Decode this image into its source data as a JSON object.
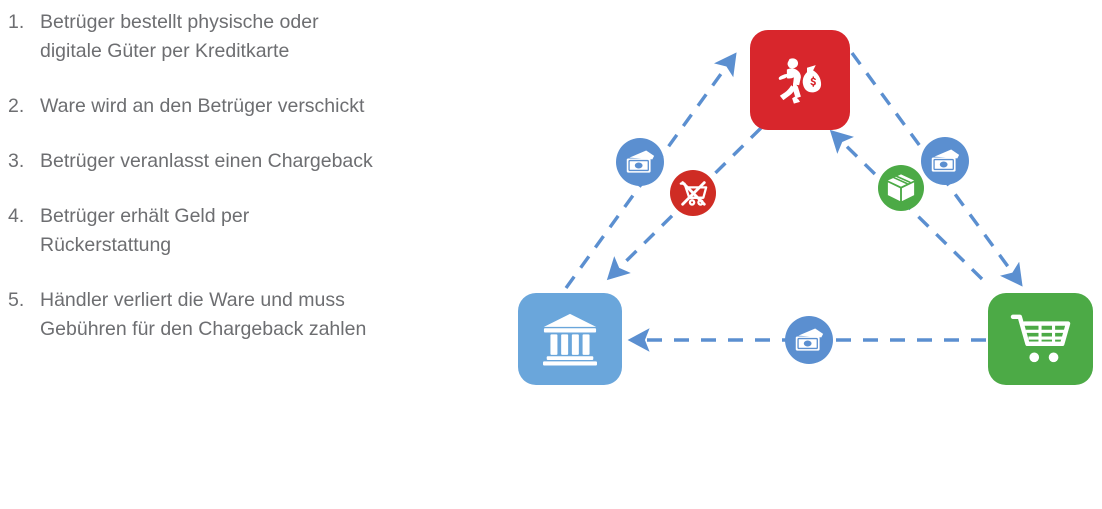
{
  "steps": [
    {
      "num": "1.",
      "text": "Betrüger bestellt physische oder digitale Güter per Kreditkarte"
    },
    {
      "num": "2.",
      "text": "Ware wird an den Betrüger verschickt"
    },
    {
      "num": "3.",
      "text": "Betrüger veranlasst einen Chargeback"
    },
    {
      "num": "4.",
      "text": "Betrüger erhält Geld per Rückerstattung"
    },
    {
      "num": "5.",
      "text": "Händler verliert die Ware und muss Gebühren für den Chargeback zahlen"
    }
  ],
  "diagram": {
    "nodes": [
      {
        "id": "fraudster",
        "icon": "thief-with-money-bag-icon",
        "color": "#d8262c"
      },
      {
        "id": "bank",
        "icon": "bank-building-icon",
        "color": "#6aa6db"
      },
      {
        "id": "merchant",
        "icon": "shopping-cart-icon",
        "color": "#4caa46"
      }
    ],
    "badges": [
      {
        "id": "money-to-fraudster",
        "icon": "banknotes-icon",
        "color": "#5b8fd0"
      },
      {
        "id": "no-goods-to-bank",
        "icon": "cart-crossed-out-icon",
        "color": "#cf2c24"
      },
      {
        "id": "goods-to-fraudster",
        "icon": "package-box-icon",
        "color": "#4caa46"
      },
      {
        "id": "money-from-merchant",
        "icon": "banknotes-icon",
        "color": "#5b8fd0"
      },
      {
        "id": "money-merchant-to-bank",
        "icon": "banknotes-icon",
        "color": "#5b8fd0"
      }
    ],
    "arrow_color": "#5b8fd0"
  }
}
